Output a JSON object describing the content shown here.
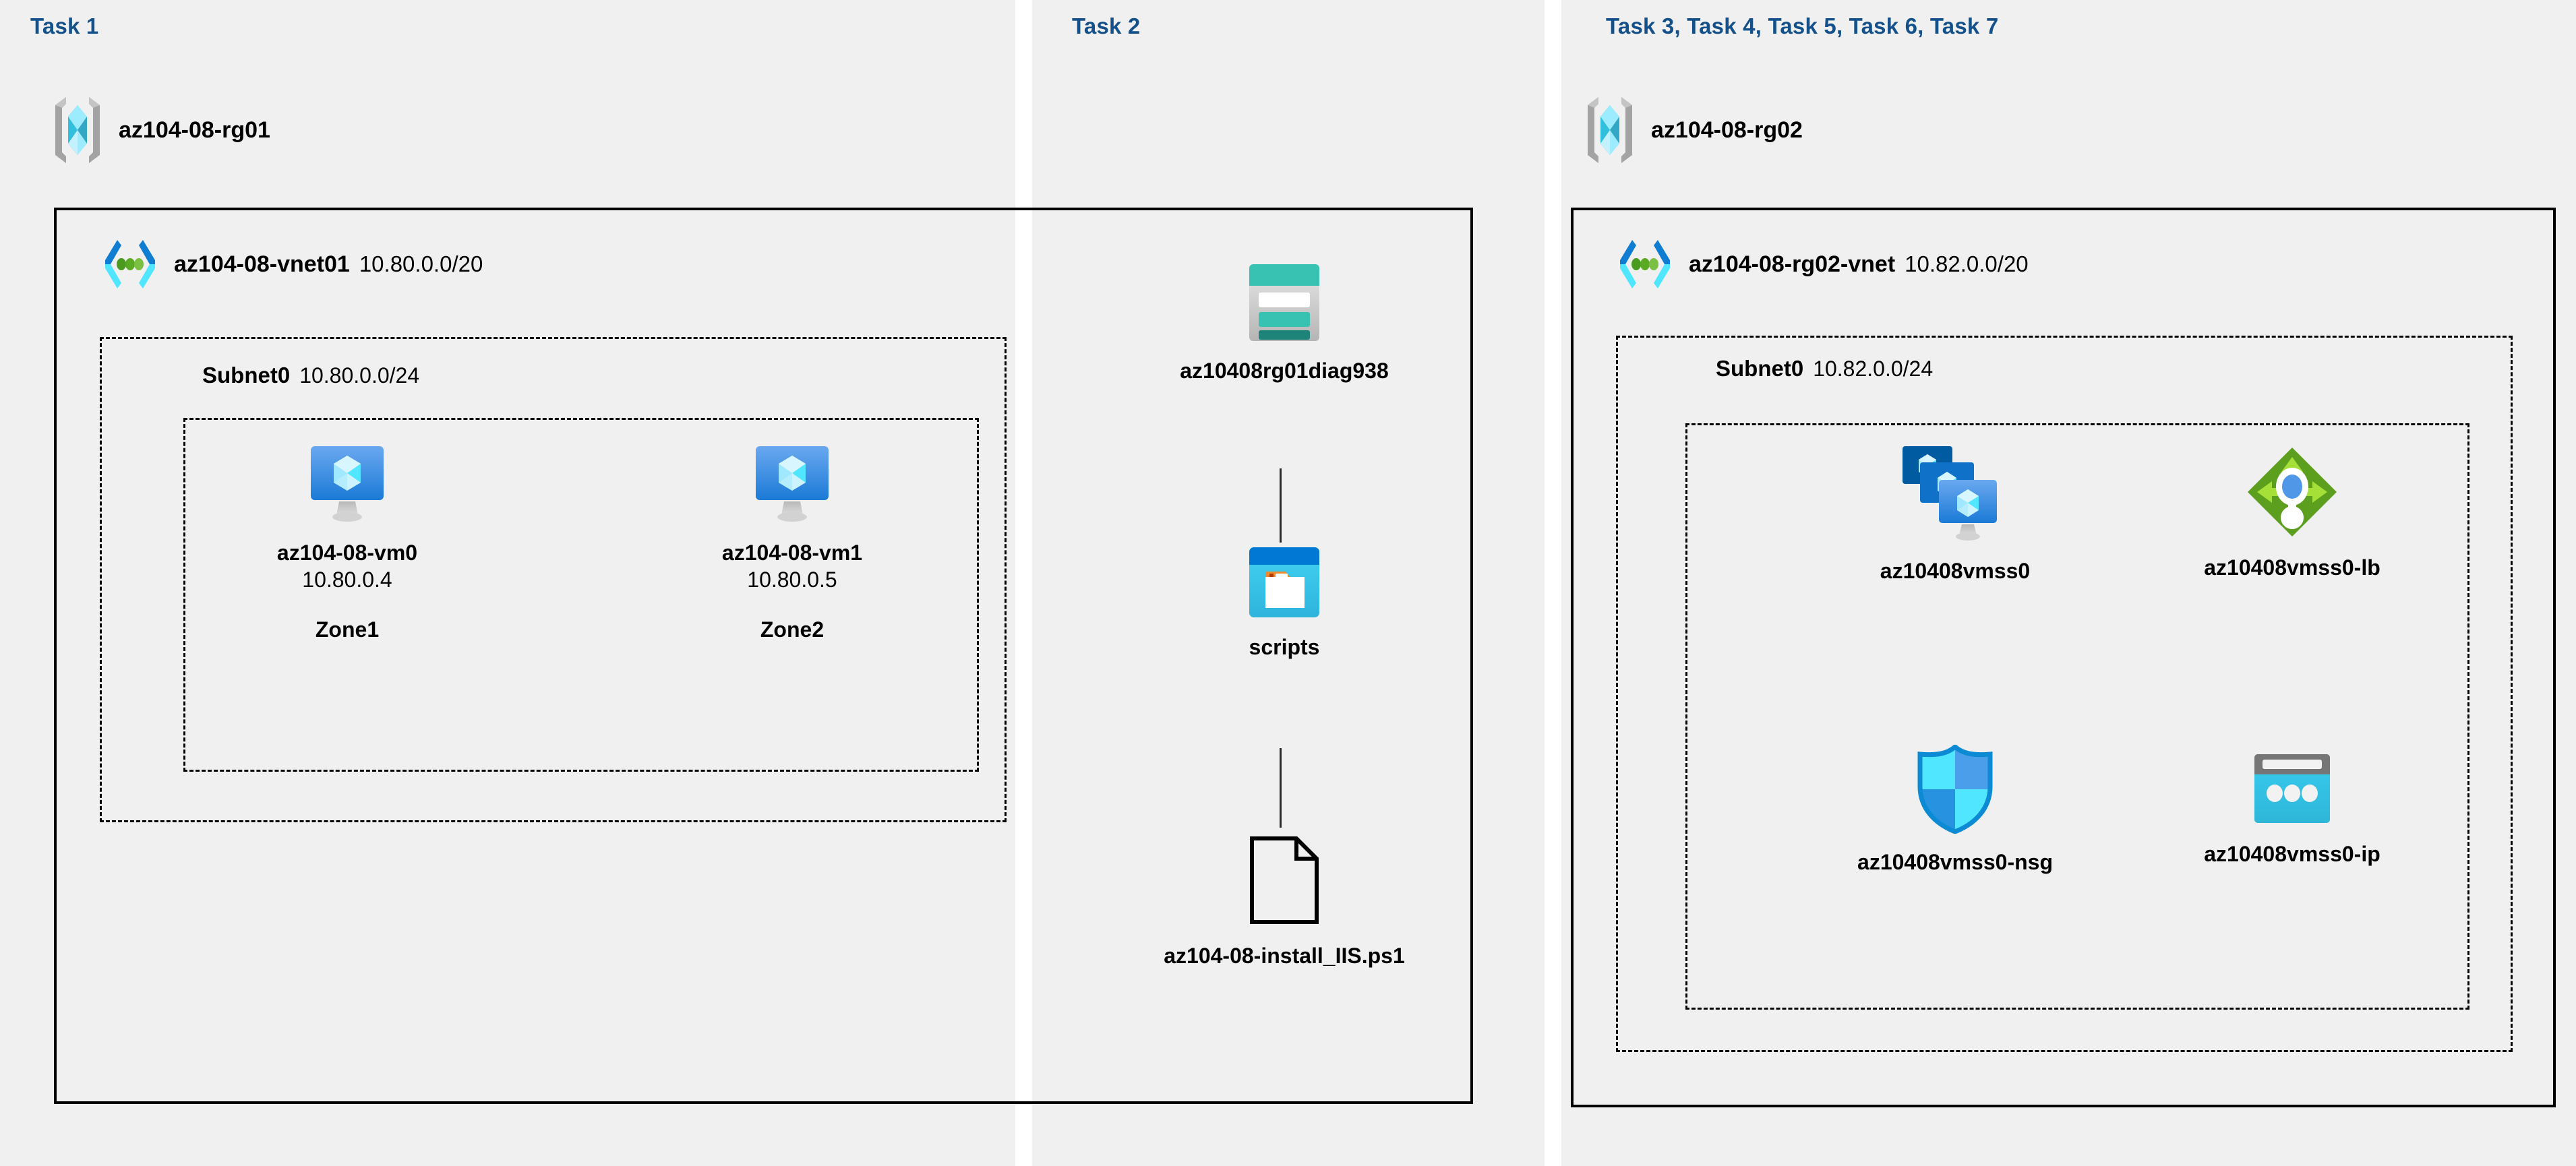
{
  "panels": {
    "task1": {
      "heading": "Task 1"
    },
    "task2": {
      "heading": "Task 2"
    },
    "task3": {
      "heading": "Task 3, Task 4, Task 5, Task 6, Task 7"
    }
  },
  "colors": {
    "task_heading": "#14518a",
    "panel_background": "#f0f0f0",
    "page_background": "#ffffff",
    "box_border": "#000000",
    "azure_blue": "#0078d4",
    "vm_blue": "#5ea0ef",
    "storage_teal": "#37c2b1",
    "lb_green": "#6bb424",
    "nsg_cyan": "#32bedd",
    "pip_gray": "#6e6e6e"
  },
  "resource_groups": [
    {
      "id": "rg01",
      "name": "az104-08-rg01",
      "icon": "resource-group-icon"
    },
    {
      "id": "rg02",
      "name": "az104-08-rg02",
      "icon": "resource-group-icon"
    }
  ],
  "vnets": [
    {
      "id": "vnet01",
      "name": "az104-08-vnet01",
      "cidr": "10.80.0.0/20",
      "icon": "virtual-network-icon"
    },
    {
      "id": "vnet02",
      "name": "az104-08-rg02-vnet",
      "cidr": "10.82.0.0/20",
      "icon": "virtual-network-icon"
    }
  ],
  "subnets": [
    {
      "id": "subnet01",
      "name": "Subnet0",
      "cidr": "10.80.0.0/24"
    },
    {
      "id": "subnet02",
      "name": "Subnet0",
      "cidr": "10.82.0.0/24"
    }
  ],
  "nodes": {
    "vm0": {
      "label": "az104-08-vm0",
      "ip": "10.80.0.4",
      "zone": "Zone1",
      "icon": "virtual-machine-icon"
    },
    "vm1": {
      "label": "az104-08-vm1",
      "ip": "10.80.0.5",
      "zone": "Zone2",
      "icon": "virtual-machine-icon"
    },
    "storage": {
      "label": "az10408rg01diag938",
      "icon": "storage-account-icon"
    },
    "scripts": {
      "label": "scripts",
      "icon": "blob-container-icon"
    },
    "script_file": {
      "label": "az104-08-install_IIS.ps1",
      "icon": "file-icon"
    },
    "vmss": {
      "label": "az10408vmss0",
      "icon": "vm-scale-set-icon"
    },
    "lb": {
      "label": "az10408vmss0-lb",
      "icon": "load-balancer-icon"
    },
    "nsg": {
      "label": "az10408vmss0-nsg",
      "icon": "network-security-group-icon"
    },
    "pip": {
      "label": "az10408vmss0-ip",
      "icon": "public-ip-address-icon"
    }
  }
}
